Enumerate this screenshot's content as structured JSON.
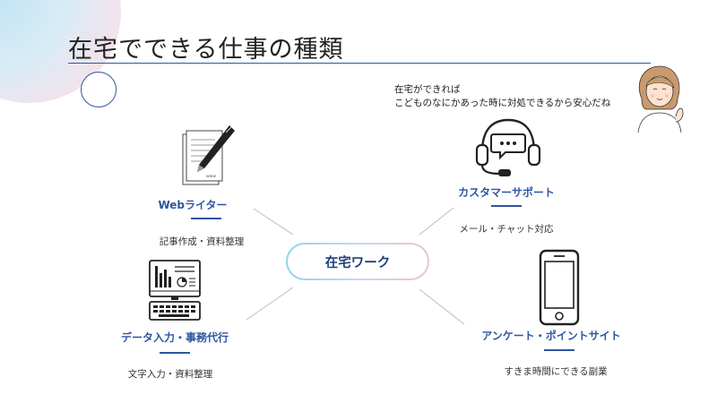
{
  "title": "在宅でできる仕事の種類",
  "speech": {
    "line1": "在宅ができれば",
    "line2": "こどものなにかあった時に対処できるから安心だね"
  },
  "center": {
    "label": "在宅ワーク"
  },
  "categories": [
    {
      "title": "Webライター",
      "desc": "記事作成・資料整理",
      "icon": "pen-and-paper-icon"
    },
    {
      "title": "カスタマーサポート",
      "desc": "メール・チャット対応",
      "icon": "headset-icon"
    },
    {
      "title": "データ入力・事務代行",
      "desc": "文字入力・資料整理",
      "icon": "computer-icon"
    },
    {
      "title": "アンケート・ポイントサイト",
      "desc": "すきま時間にできる副業",
      "icon": "smartphone-icon"
    }
  ],
  "icons": {
    "paper_label": "www"
  },
  "colors": {
    "accent": "#2d56a0",
    "text": "#222222",
    "connector": "#bdbdbd"
  }
}
